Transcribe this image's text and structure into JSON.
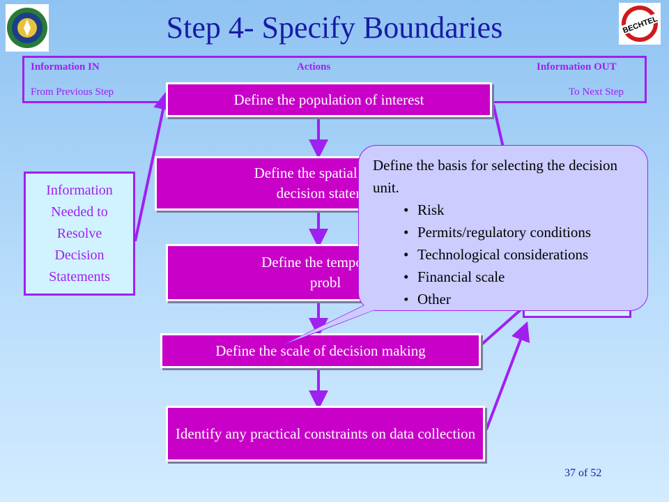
{
  "slide": {
    "title": "Step 4- Specify Boundaries",
    "page": "37 of 52"
  },
  "header": {
    "info_in": "Information IN",
    "actions": "Actions",
    "info_out": "Information OUT",
    "from_prev": "From Previous Step",
    "to_next": "To Next Step"
  },
  "steps": [
    "Define the population of interest",
    "Define the spatial boundaries of the decision statement",
    "Define the temporal boundaries of the problem",
    "Define the scale of decision making",
    "Identify any practical constraints on data collection"
  ],
  "steps_visible": {
    "s2_line1": "Define the spatial bou",
    "s2_line2": "decision stater",
    "s3_line1": "Define the temporal b",
    "s3_line2": "probl"
  },
  "info_in_box": "Information Needed to Resolve Decision Statements",
  "callout": {
    "title": "Define the basis for selecting the decision unit.",
    "items": [
      "Risk",
      "Permits/regulatory conditions",
      "Technological considerations",
      "Financial scale",
      "Other"
    ]
  },
  "colors": {
    "title": "#1a1aa6",
    "accent": "#a020f0",
    "box_fill": "#c800c8",
    "info_fill": "#d0f3ff",
    "callout_fill": "#ccccff"
  },
  "logos": [
    "doe-seal-icon",
    "bechtel-logo-icon"
  ]
}
